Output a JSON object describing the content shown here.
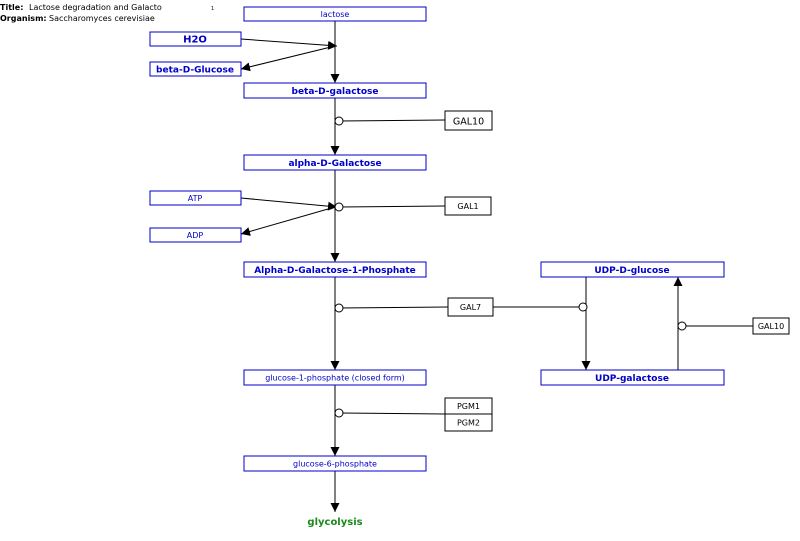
{
  "header": {
    "title_label": "Title:",
    "title_value": "Lactose degradation and Galacto",
    "organism_label": "Organism:",
    "organism_value": "Saccharomyces cerevisiae",
    "footnote_mark": "1"
  },
  "metabolites": {
    "lactose": "lactose",
    "h2o": "H2O",
    "beta_d_glucose": "beta-D-Glucose",
    "beta_d_galactose": "beta-D-galactose",
    "alpha_d_galactose": "alpha-D-Galactose",
    "atp": "ATP",
    "adp": "ADP",
    "alpha_d_gal_1p": "Alpha-D-Galactose-1-Phosphate",
    "udp_d_glucose": "UDP-D-glucose",
    "udp_galactose": "UDP-galactose",
    "glucose_1p_closed": "glucose-1-phosphate (closed form)",
    "glucose_6p": "glucose-6-phosphate",
    "glycolysis": "glycolysis"
  },
  "genes": {
    "gal10_top": "GAL10",
    "gal1": "GAL1",
    "gal7": "GAL7",
    "gal10_right": "GAL10",
    "pgm1": "PGM1",
    "pgm2": "PGM2"
  },
  "colors": {
    "metabolite": "#0000c8",
    "pathway_link": "#1a8a1a",
    "line": "#000000"
  }
}
